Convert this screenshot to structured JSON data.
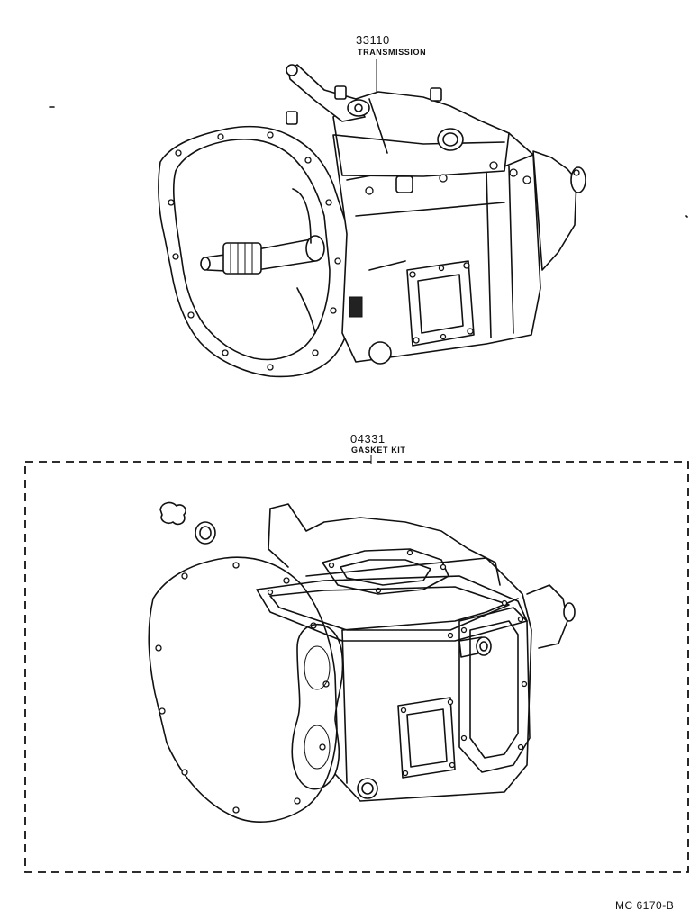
{
  "parts": [
    {
      "number": "33110",
      "name": "TRANSMISSION"
    },
    {
      "number": "04331",
      "name": "GASKET KIT"
    }
  ],
  "figure_code": "MC 6170-B"
}
